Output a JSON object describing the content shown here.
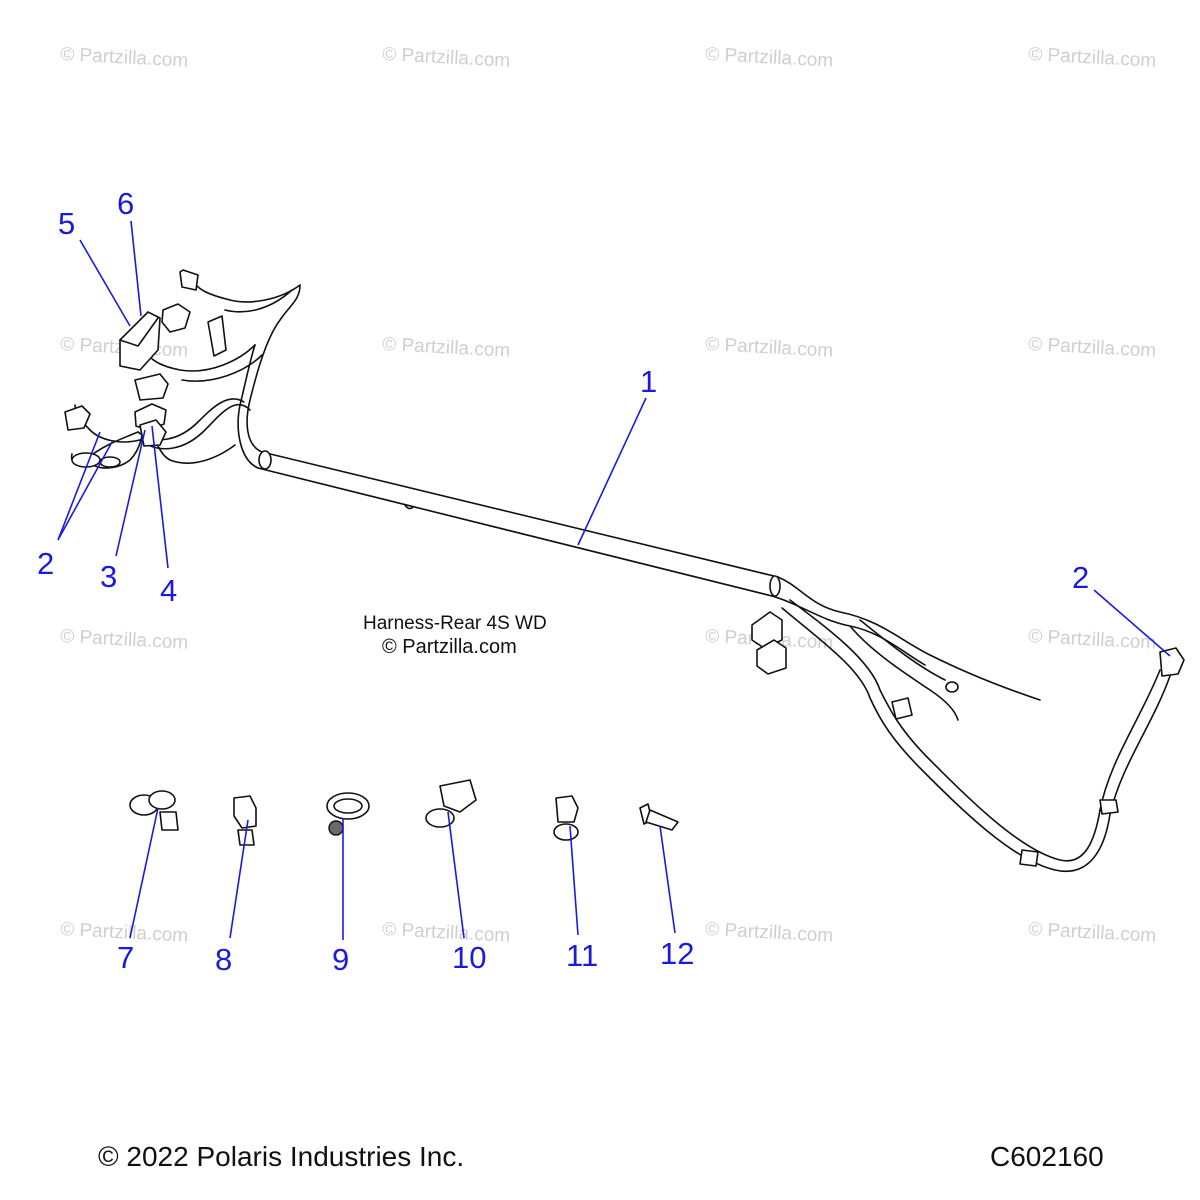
{
  "diagram": {
    "title": "Harness-Rear 4S WD",
    "subtitle": "© Partzilla.com",
    "copyright": "© 2022 Polaris Industries Inc.",
    "code": "C602160",
    "watermark": "© Partzilla.com",
    "callouts": [
      "1",
      "2",
      "2",
      "3",
      "4",
      "5",
      "6",
      "7",
      "8",
      "9",
      "10",
      "11",
      "12",
      "2"
    ],
    "colors": {
      "callout": "#1a1adf",
      "line": "#111111",
      "watermark": "#cfcfcf",
      "background": "#ffffff"
    }
  }
}
